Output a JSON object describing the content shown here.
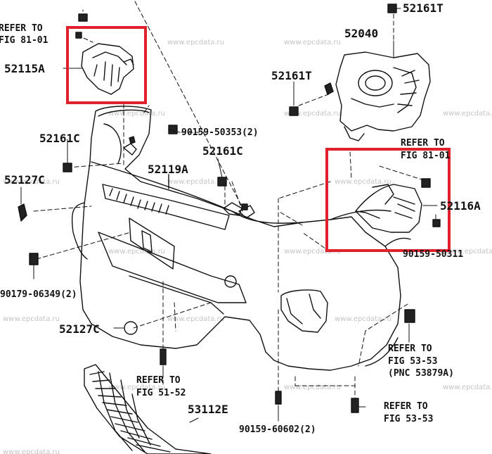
{
  "parts": {
    "p52115a": "52115A",
    "p52161t_top": "52161T",
    "p52040": "52040",
    "p52161t_mid": "52161T",
    "p52161c_left": "52161C",
    "p90159_50353": "90159-50353(2)",
    "p52161c_mid": "52161C",
    "p52127c_left": "52127C",
    "p52119a": "52119A",
    "p52116a": "52116A",
    "p90159_50311": "90159-50311",
    "p90179_06349": "90179-06349(2)",
    "p52127c_bottom": "52127C",
    "p53112e": "53112E",
    "p90159_60602": "90159-60602(2)"
  },
  "refs": {
    "fig81_tl_line1": "REFER TO",
    "fig81_tl_line2": "FIG 81-01",
    "fig81_r_line1": "REFER TO",
    "fig81_r_line2": "FIG 81-01",
    "fig51_line1": "REFER TO",
    "fig51_line2": "FIG 51-52",
    "fig5353a_line1": "REFER TO",
    "fig5353a_line2": "FIG 53-53",
    "fig5353a_line3": "(PNC 53879A)",
    "fig5353b_line1": "REFER TO",
    "fig5353b_line2": "FIG 53-53"
  },
  "watermark": "www.epcdata.ru",
  "colors": {
    "highlight": "#e0202a",
    "line": "#111111",
    "watermark": "#c4c4c4"
  }
}
